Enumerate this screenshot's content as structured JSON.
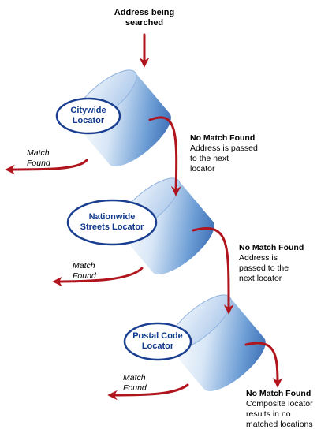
{
  "title": "Address being searched",
  "locators": [
    {
      "name": "Citywide Locator"
    },
    {
      "name": "Nationwide Streets Locator"
    },
    {
      "name": "Postal Code Locator"
    }
  ],
  "no_match": [
    {
      "heading": "No Match Found",
      "body": [
        "Address is passed",
        "to the next",
        "locator"
      ]
    },
    {
      "heading": "No Match Found",
      "body": [
        "Address is",
        "passed to the",
        "next locator"
      ]
    },
    {
      "heading": "No Match Found",
      "body": [
        "Composite locator",
        "results in no",
        "matched locations"
      ]
    }
  ],
  "match_found": "Match Found",
  "colors": {
    "arrow": "#b0141c",
    "oval_border": "#1a3f91",
    "oval_text": "#123a8c",
    "cylinder": "#7aa6d8"
  }
}
